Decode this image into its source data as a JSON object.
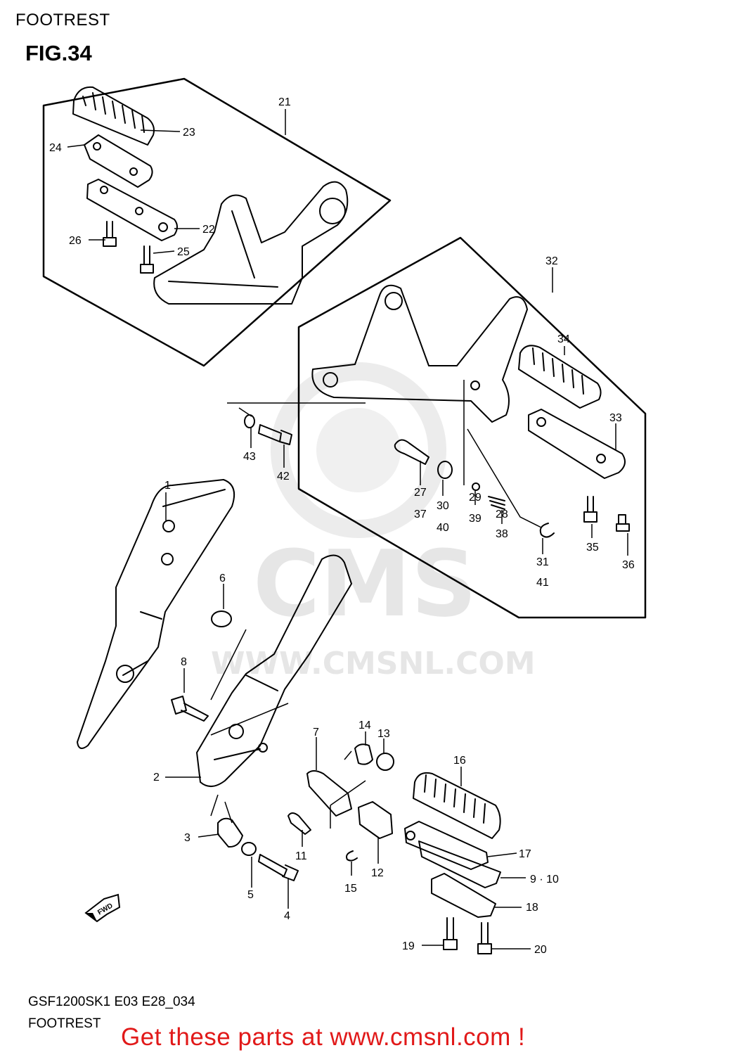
{
  "header": {
    "title": "FOOTREST"
  },
  "figure": {
    "label": "FIG.34"
  },
  "footer": {
    "code": "GSF1200SK1 E03 E28_034",
    "subtitle": "FOOTREST",
    "cta": "Get these parts at www.cmsnl.com !"
  },
  "watermark": {
    "brand": "CMS",
    "url": "WWW.CMSNL.COM"
  },
  "fwd_badge": "FWD",
  "callouts": [
    "1",
    "2",
    "3",
    "4",
    "5",
    "6",
    "7",
    "8",
    "9 · 10",
    "11",
    "12",
    "13",
    "14",
    "15",
    "16",
    "17",
    "18",
    "19",
    "20",
    "21",
    "22",
    "23",
    "24",
    "25",
    "26",
    "27",
    "37",
    "28",
    "38",
    "29",
    "39",
    "30",
    "40",
    "31",
    "41",
    "32",
    "33",
    "34",
    "35",
    "36",
    "42",
    "43"
  ],
  "colors": {
    "line": "#000000",
    "cta": "#e11919",
    "watermark": "#e6e6e6"
  }
}
